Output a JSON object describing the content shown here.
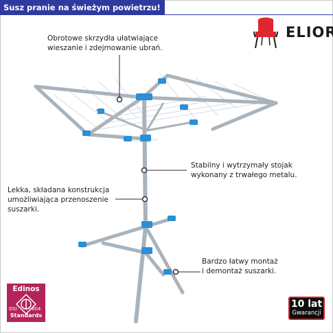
{
  "header": {
    "title": "Susz pranie na świeżym powietrzu!"
  },
  "brand": {
    "name": "ELIOR",
    "icon": "chair-icon",
    "color": "#e0262e"
  },
  "captions": {
    "arms": "Obrotowe skrzydła ułatwiające\nwieszanie i zdejmowanie ubrań.",
    "stand": "Stabilny i wytrzymały stojak\nwykonany z trwałego metalu.",
    "foldable": "Lekka, składana konstrukcja\numożliwiająca przenoszenie\nsuszarki.",
    "assembly": "Bardzo łatwy montaż\ni demontaż suszarki."
  },
  "certificate": {
    "name": "Edinos",
    "left": "DSI",
    "right": "804",
    "bottom": "Standards",
    "color": "#b3245a"
  },
  "warranty": {
    "value": "10 lat",
    "label": "Gwarancji",
    "border_color": "#d81f26"
  },
  "colors": {
    "accent": "#2f3aa0",
    "metal": "#a9b3bc",
    "joints": "#2a8fd6"
  }
}
